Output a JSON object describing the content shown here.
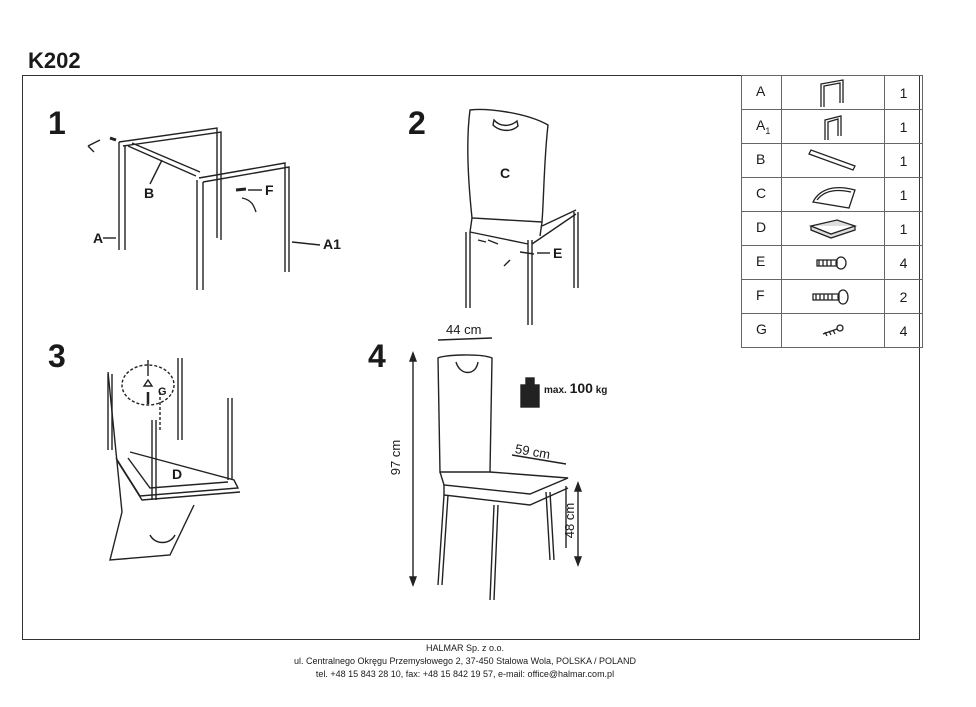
{
  "model": "K202",
  "steps": {
    "s1": {
      "number": "1",
      "labels": {
        "a": "A",
        "a1": "A1",
        "b": "B",
        "f": "F"
      }
    },
    "s2": {
      "number": "2",
      "labels": {
        "c": "C",
        "e": "E"
      }
    },
    "s3": {
      "number": "3",
      "labels": {
        "d": "D",
        "g": "G"
      }
    },
    "s4": {
      "number": "4",
      "dimensions": {
        "width": "44 cm",
        "depth": "59 cm",
        "height": "97 cm",
        "seat_height": "48 cm"
      },
      "max_load": {
        "prefix": "max.",
        "value": "100",
        "unit": "kg"
      }
    }
  },
  "parts_table": [
    {
      "code": "A",
      "code_sub": "",
      "icon": "leg-frame-icon",
      "qty": "1"
    },
    {
      "code": "A",
      "code_sub": "1",
      "icon": "leg-frame-small-icon",
      "qty": "1"
    },
    {
      "code": "B",
      "code_sub": "",
      "icon": "crossbar-icon",
      "qty": "1"
    },
    {
      "code": "C",
      "code_sub": "",
      "icon": "backrest-icon",
      "qty": "1"
    },
    {
      "code": "D",
      "code_sub": "",
      "icon": "seat-icon",
      "qty": "1"
    },
    {
      "code": "E",
      "code_sub": "",
      "icon": "bolt-icon",
      "qty": "4"
    },
    {
      "code": "F",
      "code_sub": "",
      "icon": "long-bolt-icon",
      "qty": "2"
    },
    {
      "code": "G",
      "code_sub": "",
      "icon": "screw-icon",
      "qty": "4"
    }
  ],
  "footer": {
    "company": "HALMAR Sp. z o.o.",
    "address": "ul. Centralnego Okręgu Przemysłowego 2, 37-450 Stalowa Wola, POLSKA / POLAND",
    "contact": "tel. +48 15 843 28 10, fax: +48 15 842 19 57, e-mail: office@halmar.com.pl"
  }
}
